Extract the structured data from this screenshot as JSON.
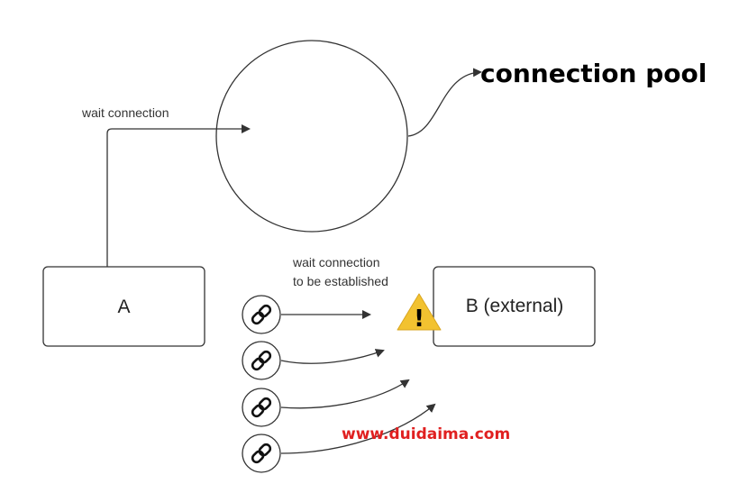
{
  "diagram": {
    "pool": {
      "title": "connection pool"
    },
    "wait_connection_label": "wait connection",
    "wait_established_label": [
      "wait connection",
      "to be established"
    ],
    "box_a_label": "A",
    "box_b_label": "B (external)",
    "warning_symbol": "!",
    "watermark": "www.duidaima.com",
    "connections": [
      {
        "icon": "chain-link-icon"
      },
      {
        "icon": "chain-link-icon"
      },
      {
        "icon": "chain-link-icon"
      },
      {
        "icon": "chain-link-icon"
      }
    ]
  },
  "colors": {
    "stroke": "#333333",
    "watermark": "#e02020",
    "warning_fill": "#f2c230",
    "warning_text": "#000000"
  }
}
